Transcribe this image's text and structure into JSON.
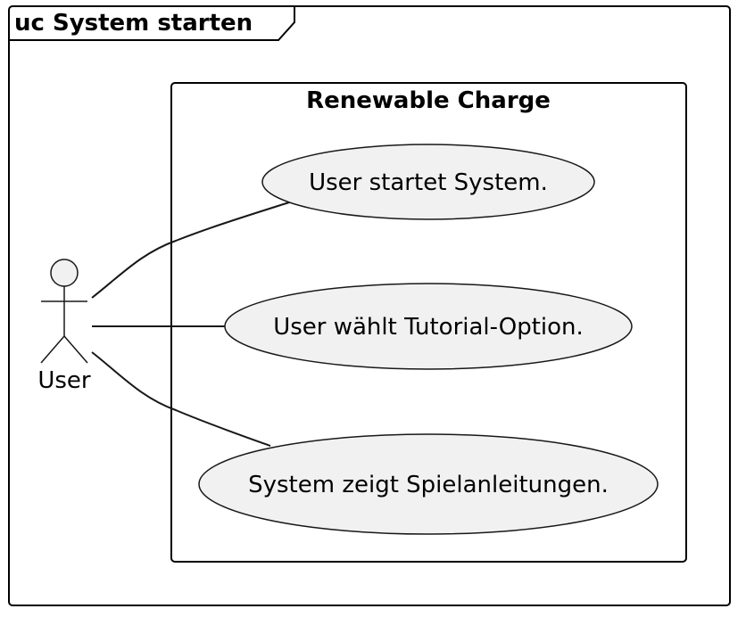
{
  "frame": {
    "title": "uc System starten"
  },
  "system": {
    "title": "Renewable Charge"
  },
  "actor": {
    "name": "User",
    "icon": "stick-figure-actor-icon"
  },
  "use_cases": [
    {
      "label": "User startet System."
    },
    {
      "label": "User wählt Tutorial-Option."
    },
    {
      "label": "System zeigt Spielanleitungen."
    }
  ],
  "colors": {
    "usecase_fill": "#f1f1f1",
    "actor_fill": "#f1f1f1",
    "line": "#181818",
    "border": "#000000"
  }
}
